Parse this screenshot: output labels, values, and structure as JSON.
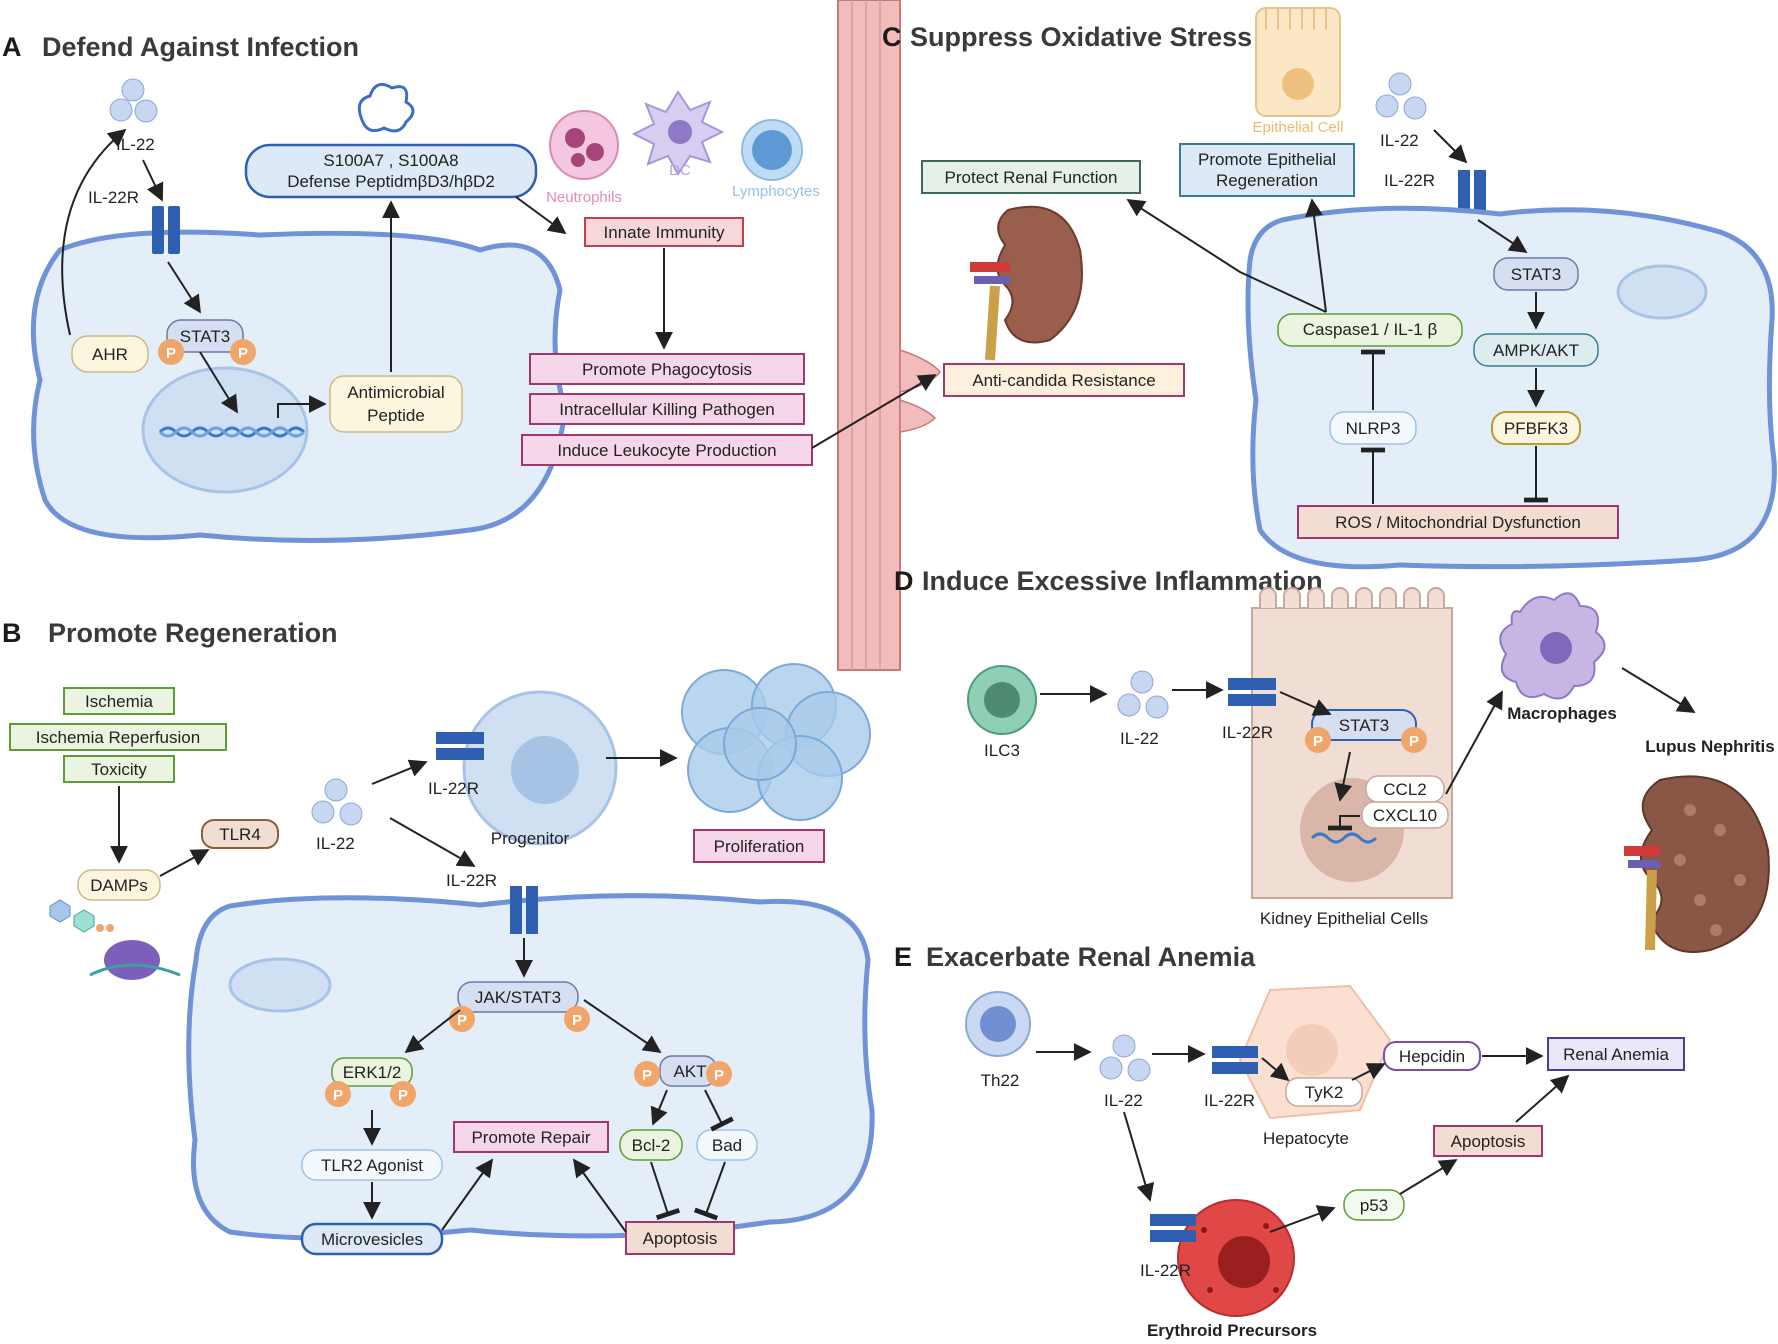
{
  "panels": {
    "a": {
      "letter": "A",
      "title": "Defend Against Infection"
    },
    "b": {
      "letter": "B",
      "title": "Promote Regeneration"
    },
    "c": {
      "letter": "C",
      "title": "Suppress Oxidative Stress"
    },
    "d": {
      "letter": "D",
      "title": "Induce Excessive Inflammation"
    },
    "e": {
      "letter": "E",
      "title": "Exacerbate Renal Anemia"
    }
  },
  "labels": {
    "p": "P",
    "il22": "IL-22",
    "il22r": "IL-22R",
    "a_ahr": "AHR",
    "a_stat3": "STAT3",
    "a_amp_1": "Antimicrobial",
    "a_amp_2": "Peptide",
    "a_s100_1": "S100A7 , S100A8",
    "a_s100_2": "Defense PeptidmβD3/hβD2",
    "a_neutrophils": "Neutrophils",
    "a_dc": "DC",
    "a_lymphocytes": "Lymphocytes",
    "a_innate": "Innate Immunity",
    "a_phago": "Promote Phagocytosis",
    "a_killing": "Intracellular Killing Pathogen",
    "a_leuko": "Induce Leukocyte Production",
    "b_ischemia": "Ischemia",
    "b_reperfusion": "Ischemia Reperfusion",
    "b_toxicity": "Toxicity",
    "b_damps": "DAMPs",
    "b_tlr4": "TLR4",
    "b_progenitor": "Progenitor",
    "b_proliferation": "Proliferation",
    "b_jakstat3": "JAK/STAT3",
    "b_erk": "ERK1/2",
    "b_akt": "AKT",
    "b_tlr2": "TLR2 Agonist",
    "b_microvesicles": "Microvesicles",
    "b_repair": "Promote Repair",
    "b_bcl2": "Bcl-2",
    "b_bad": "Bad",
    "b_apoptosis": "Apoptosis",
    "c_epithelial": "Epithelial Cell",
    "c_renal": "Protect Renal Function",
    "c_regen_1": "Promote Epithelial",
    "c_regen_2": "Regeneration",
    "c_anticandida": "Anti-candida Resistance",
    "c_caspase": "Caspase1 / IL-1 β",
    "c_nlrp3": "NLRP3",
    "c_stat3": "STAT3",
    "c_ampk": "AMPK/AKT",
    "c_pfbfk3": "PFBFK3",
    "c_ros": "ROS / Mitochondrial Dysfunction",
    "d_ilc3": "ILC3",
    "d_stat3": "STAT3",
    "d_ccl2": "CCL2",
    "d_cxcl10": "CXCL10",
    "d_kidney_cells": "Kidney Epithelial Cells",
    "d_macrophages": "Macrophages",
    "d_lupus": "Lupus Nephritis",
    "e_th22": "Th22",
    "e_tyk2": "TyK2",
    "e_hepatocyte": "Hepatocyte",
    "e_hepcidin": "Hepcidin",
    "e_anemia": "Renal Anemia",
    "e_apoptosis": "Apoptosis",
    "e_p53": "p53",
    "e_erythroid": "Erythroid Precursors"
  },
  "colors": {
    "cell_fill": "#e3eef9",
    "cell_stroke": "#6f93d6",
    "receptor": "#2f5fb0",
    "phospho": "#f0a56a",
    "vessel": "#f2b8b8",
    "red_box": "#f7d8da",
    "green_box": "#eaf4e0",
    "blue_box": "#dde9f6"
  }
}
